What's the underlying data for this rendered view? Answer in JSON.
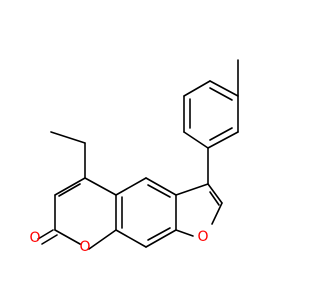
{
  "molecule": {
    "atoms": {
      "ring_oxygen": "O",
      "carbonyl_oxygen": "O",
      "furan_oxygen": "O"
    },
    "atom_color": "#ff0000",
    "bond_color": "#000000"
  }
}
